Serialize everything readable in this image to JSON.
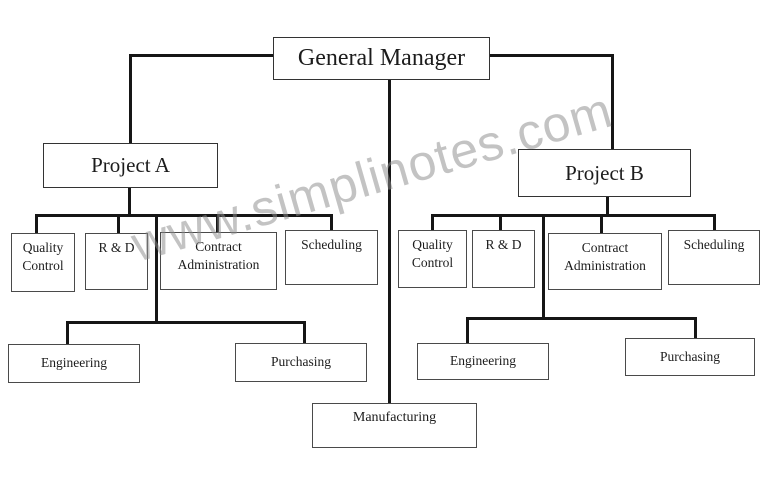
{
  "watermark": {
    "text": "www.simplinotes.com"
  },
  "org": {
    "root": {
      "label": "General Manager"
    },
    "branches": [
      {
        "label": "Project A",
        "departments": [
          "Quality Control",
          "R & D",
          "Contract Administration",
          "Scheduling"
        ],
        "functions": [
          "Engineering",
          "Purchasing"
        ]
      },
      {
        "label": "Project B",
        "departments": [
          "Quality Control",
          "R & D",
          "Contract Administration",
          "Scheduling"
        ],
        "functions": [
          "Engineering",
          "Purchasing"
        ]
      }
    ],
    "shared": {
      "label": "Manufacturing"
    }
  }
}
